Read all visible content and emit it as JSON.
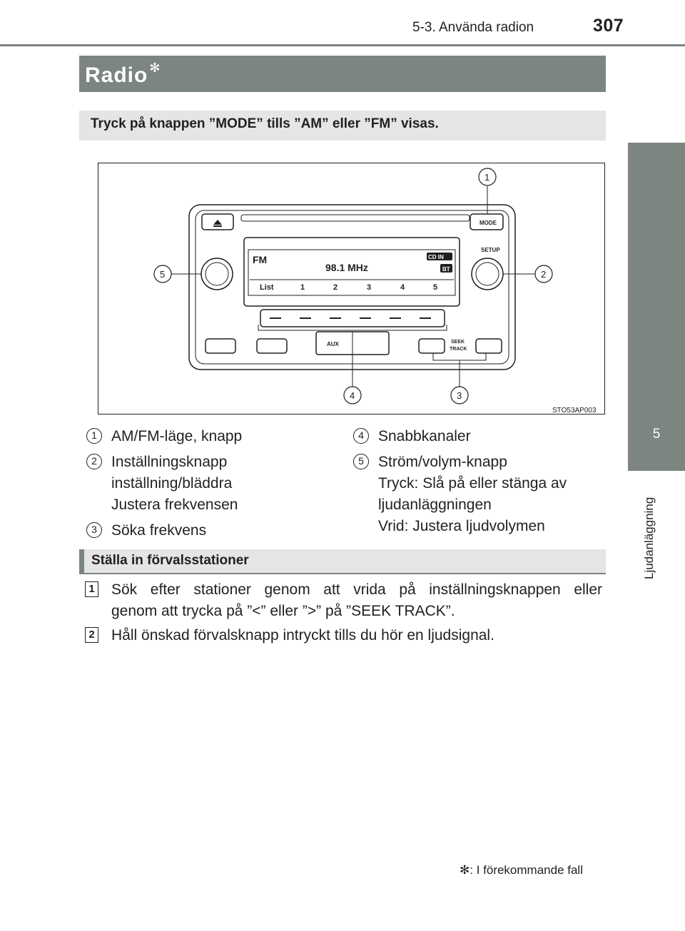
{
  "header": {
    "section": "5-3. Använda radion",
    "page_number": "307"
  },
  "side_tab": {
    "chapter_number": "5",
    "chapter_title": "Ljudanläggning"
  },
  "title": {
    "text": "Radio",
    "marker": "✻"
  },
  "instruction": "Tryck på knappen ”MODE” tills ”AM” eller ”FM” visas.",
  "figure": {
    "code": "STO53AP003",
    "callouts": [
      "1",
      "2",
      "3",
      "4",
      "5"
    ],
    "buttons": {
      "mode": "MODE",
      "setup": "SETUP",
      "aux": "AUX",
      "seek": "SEEK",
      "track": "TRACK"
    },
    "display": {
      "band": "FM",
      "frequency": "98.1 MHz",
      "cd_in": "CD IN",
      "bt": "BT",
      "list": "List",
      "presets": [
        "1",
        "2",
        "3",
        "4",
        "5"
      ]
    }
  },
  "legend_left": [
    {
      "num": "1",
      "lines": [
        "AM/FM-läge, knapp"
      ]
    },
    {
      "num": "2",
      "lines": [
        "Inställningsknapp",
        "inställning/bläddra",
        "Justera frekvensen"
      ]
    },
    {
      "num": "3",
      "lines": [
        "Söka frekvens"
      ]
    }
  ],
  "legend_right": [
    {
      "num": "4",
      "lines": [
        "Snabbkanaler"
      ]
    },
    {
      "num": "5",
      "lines": [
        "Ström/volym-knapp",
        "Tryck: Slå på eller stänga av",
        "ljudanläggningen",
        "Vrid: Justera ljudvolymen"
      ]
    }
  ],
  "subsection": {
    "title": "Ställa in förvalsstationer",
    "steps": [
      {
        "num": "1",
        "lines": [
          "Sök efter stationer genom att vrida på inställningsknappen eller",
          "genom att trycka på ”<” eller ”>” på ”SEEK TRACK”."
        ]
      },
      {
        "num": "2",
        "lines": [
          "Håll önskad förvalsknapp intryckt tills du hör en ljudsignal."
        ]
      }
    ]
  },
  "footnote": {
    "marker": "✻",
    "text": ": I förekommande fall"
  }
}
